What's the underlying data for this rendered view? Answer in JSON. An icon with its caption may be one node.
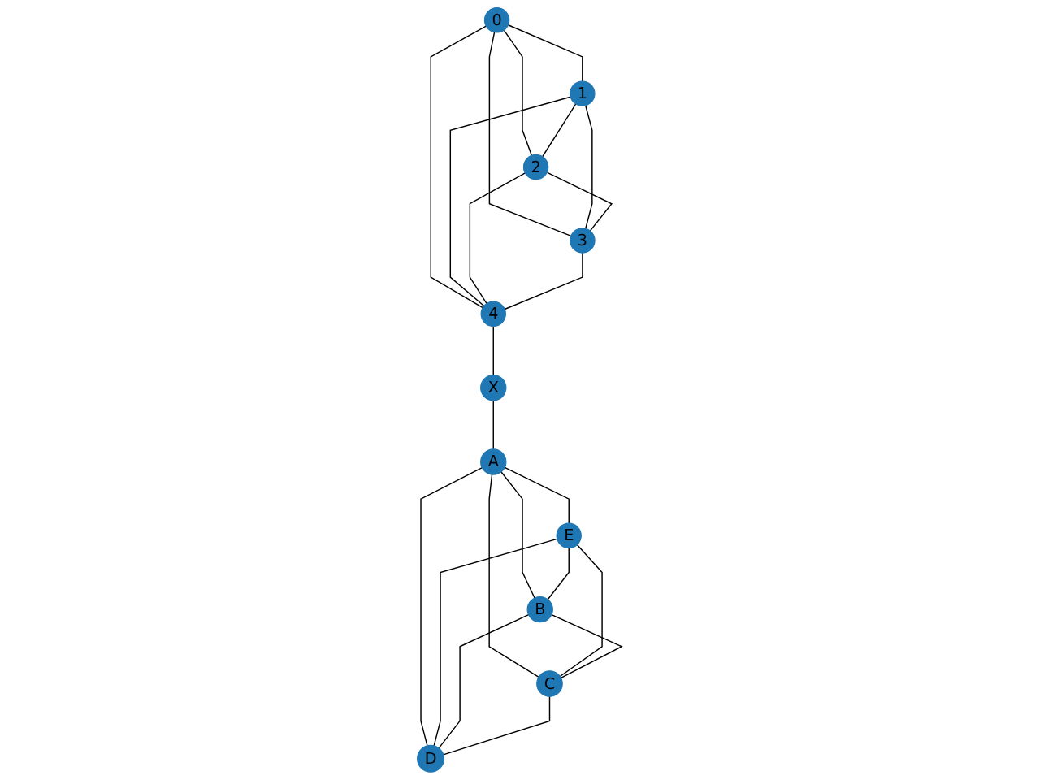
{
  "diagram": {
    "nodes": [
      {
        "text": [
          "0"
        ]
      },
      {
        "text": [
          "2"
        ]
      },
      {
        "text": [
          "1"
        ]
      },
      {
        "text": [
          "3"
        ]
      },
      {
        "text": [
          "4"
        ]
      },
      {
        "text": [
          "X"
        ]
      },
      {
        "text": [
          "A"
        ]
      },
      {
        "text": [
          "E"
        ]
      },
      {
        "text": [
          "B"
        ]
      },
      {
        "text": [
          "C"
        ]
      },
      {
        "text": [
          "D"
        ]
      }
    ],
    "edges": [
      {
        "from": 0,
        "to": 2,
        "arrow": "none"
      },
      {
        "from": 0,
        "to": 1,
        "arrow": "none"
      },
      {
        "from": 0,
        "to": 3,
        "arrow": "none"
      },
      {
        "from": 0,
        "to": 4,
        "arrow": "none"
      },
      {
        "from": 2,
        "to": 1,
        "arrow": "none"
      },
      {
        "from": 2,
        "to": 3,
        "arrow": "none"
      },
      {
        "from": 2,
        "to": 4,
        "arrow": "none"
      },
      {
        "from": 1,
        "to": 3,
        "arrow": "none"
      },
      {
        "from": 1,
        "to": 4,
        "arrow": "none"
      },
      {
        "from": 3,
        "to": 4,
        "arrow": "none"
      },
      {
        "from": 4,
        "to": 5,
        "arrow": "none"
      },
      {
        "from": 5,
        "to": 6,
        "arrow": "none"
      },
      {
        "from": 6,
        "to": 7,
        "arrow": "none"
      },
      {
        "from": 6,
        "to": 8,
        "arrow": "none"
      },
      {
        "from": 6,
        "to": 9,
        "arrow": "none"
      },
      {
        "from": 6,
        "to": 10,
        "arrow": "none"
      },
      {
        "from": 7,
        "to": 8,
        "arrow": "none"
      },
      {
        "from": 7,
        "to": 9,
        "arrow": "none"
      },
      {
        "from": 7,
        "to": 10,
        "arrow": "none"
      },
      {
        "from": 8,
        "to": 9,
        "arrow": "none"
      },
      {
        "from": 8,
        "to": 10,
        "arrow": "none"
      },
      {
        "from": 9,
        "to": 10,
        "arrow": "none"
      }
    ]
  }
}
